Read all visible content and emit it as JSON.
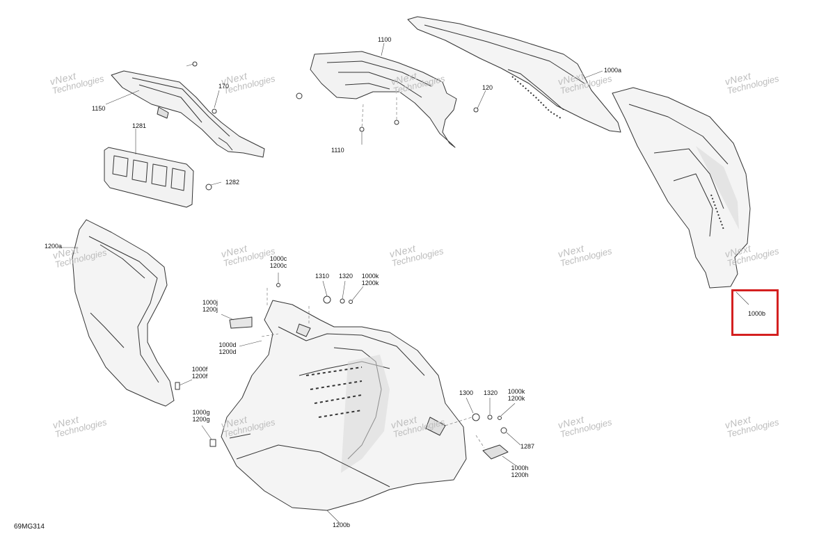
{
  "diagram_code": "69MG314",
  "watermark": {
    "line1": "vNext",
    "line2": "Technologies"
  },
  "watermark_caption": "vNext Technologies",
  "colors": {
    "highlight": "#d42020",
    "line": "#333333",
    "fill": "#d9d9d9"
  },
  "labels": {
    "p1150": "1150",
    "p170": "170",
    "p1281": "1281",
    "p1282": "1282",
    "p1100": "1100",
    "p120": "120",
    "p1110": "1110",
    "p1000a": "1000a",
    "p1000b": "1000b",
    "p1200a": "1200a",
    "p1000c": "1000c",
    "p1200c": "1200c",
    "p1310": "1310",
    "p1320a": "1320",
    "p1000k_a": "1000k",
    "p1200k_a": "1200k",
    "p1000j": "1000j",
    "p1200j": "1200j",
    "p1000d": "1000d",
    "p1200d": "1200d",
    "p1000f": "1000f",
    "p1200f": "1200f",
    "p1000g": "1000g",
    "p1200g": "1200g",
    "p1300": "1300",
    "p1320b": "1320",
    "p1000k_b": "1000k",
    "p1200k_b": "1200k",
    "p1287": "1287",
    "p1000h": "1000h",
    "p1200h": "1200h",
    "p1200b": "1200b"
  }
}
